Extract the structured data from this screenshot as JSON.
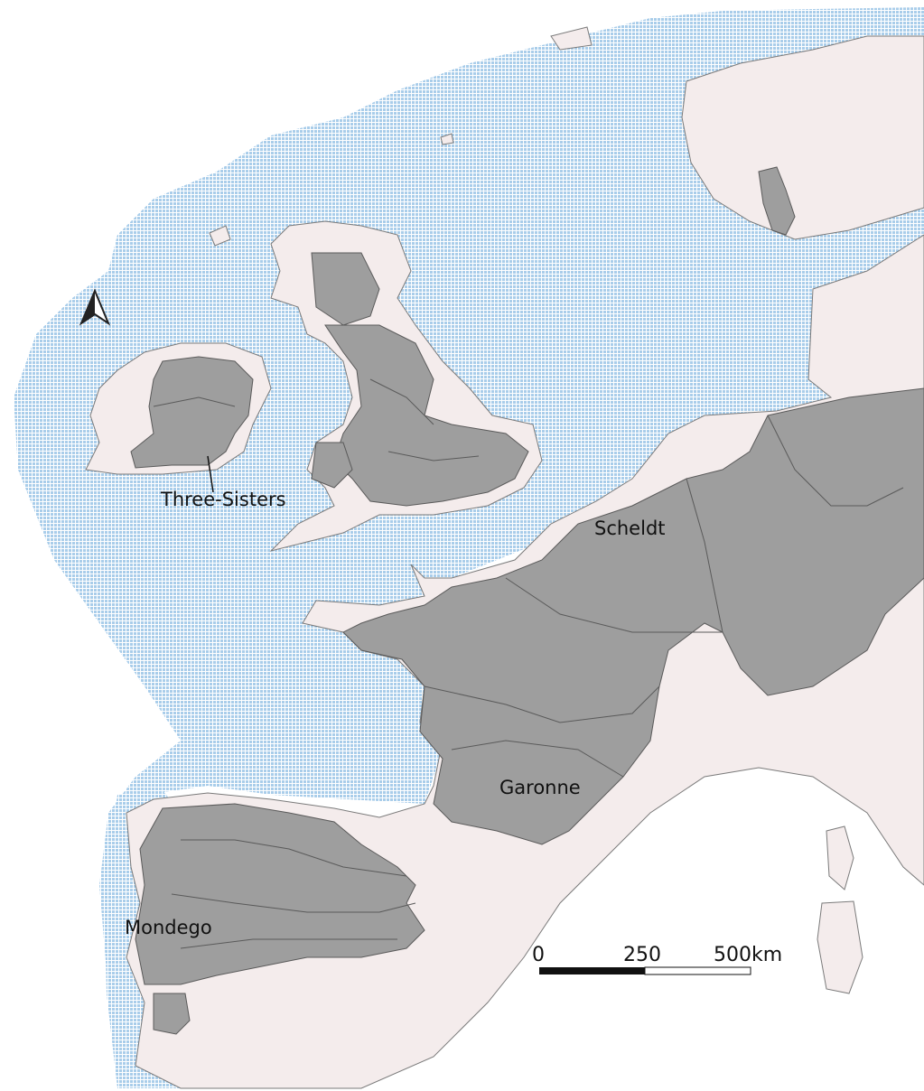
{
  "map": {
    "colors": {
      "sea_grid": "#a9cdea",
      "land": "#f4ecec",
      "basin": "#9e9e9e",
      "border": "#5a5a5a"
    },
    "labels": {
      "three_sisters": "Three-Sisters",
      "scheldt": "Scheldt",
      "garonne": "Garonne",
      "mondego": "Mondego"
    },
    "scale_bar": {
      "tick_0": "0",
      "tick_1": "250",
      "tick_2": "500km"
    },
    "north_arrow_icon": "north-arrow-icon"
  }
}
